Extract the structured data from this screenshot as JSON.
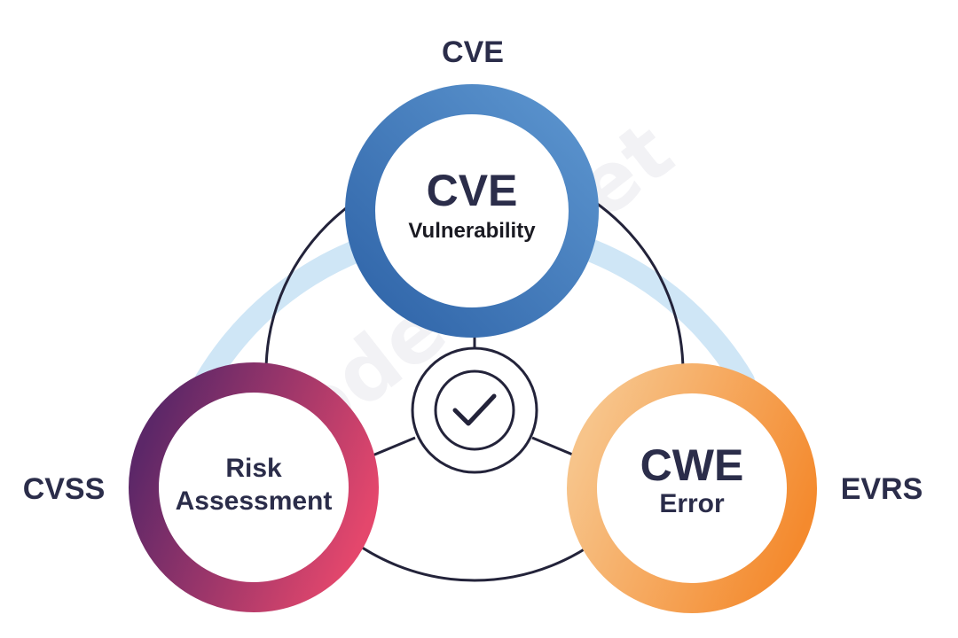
{
  "diagram": {
    "outer_labels": {
      "top": "CVE",
      "left": "CVSS",
      "right": "EVRS"
    },
    "nodes": [
      {
        "id": "vulnerability",
        "title": "CVE",
        "subtitle": "Vulnerability",
        "ring_color_start": "#2f64a8",
        "ring_color_end": "#5c95cf"
      },
      {
        "id": "risk-assessment",
        "title_line1": "Risk",
        "title_line2": "Assessment",
        "ring_color_start": "#5c2768",
        "ring_color_end": "#e4476c"
      },
      {
        "id": "error",
        "title": "CWE",
        "subtitle": "Error",
        "ring_color_start": "#f7c48a",
        "ring_color_end": "#f48a2e"
      }
    ],
    "center_icon": "checkmark-icon",
    "arc_color": "#cfe6f6",
    "connector_color": "#23233a",
    "watermark": "codeby.net"
  }
}
